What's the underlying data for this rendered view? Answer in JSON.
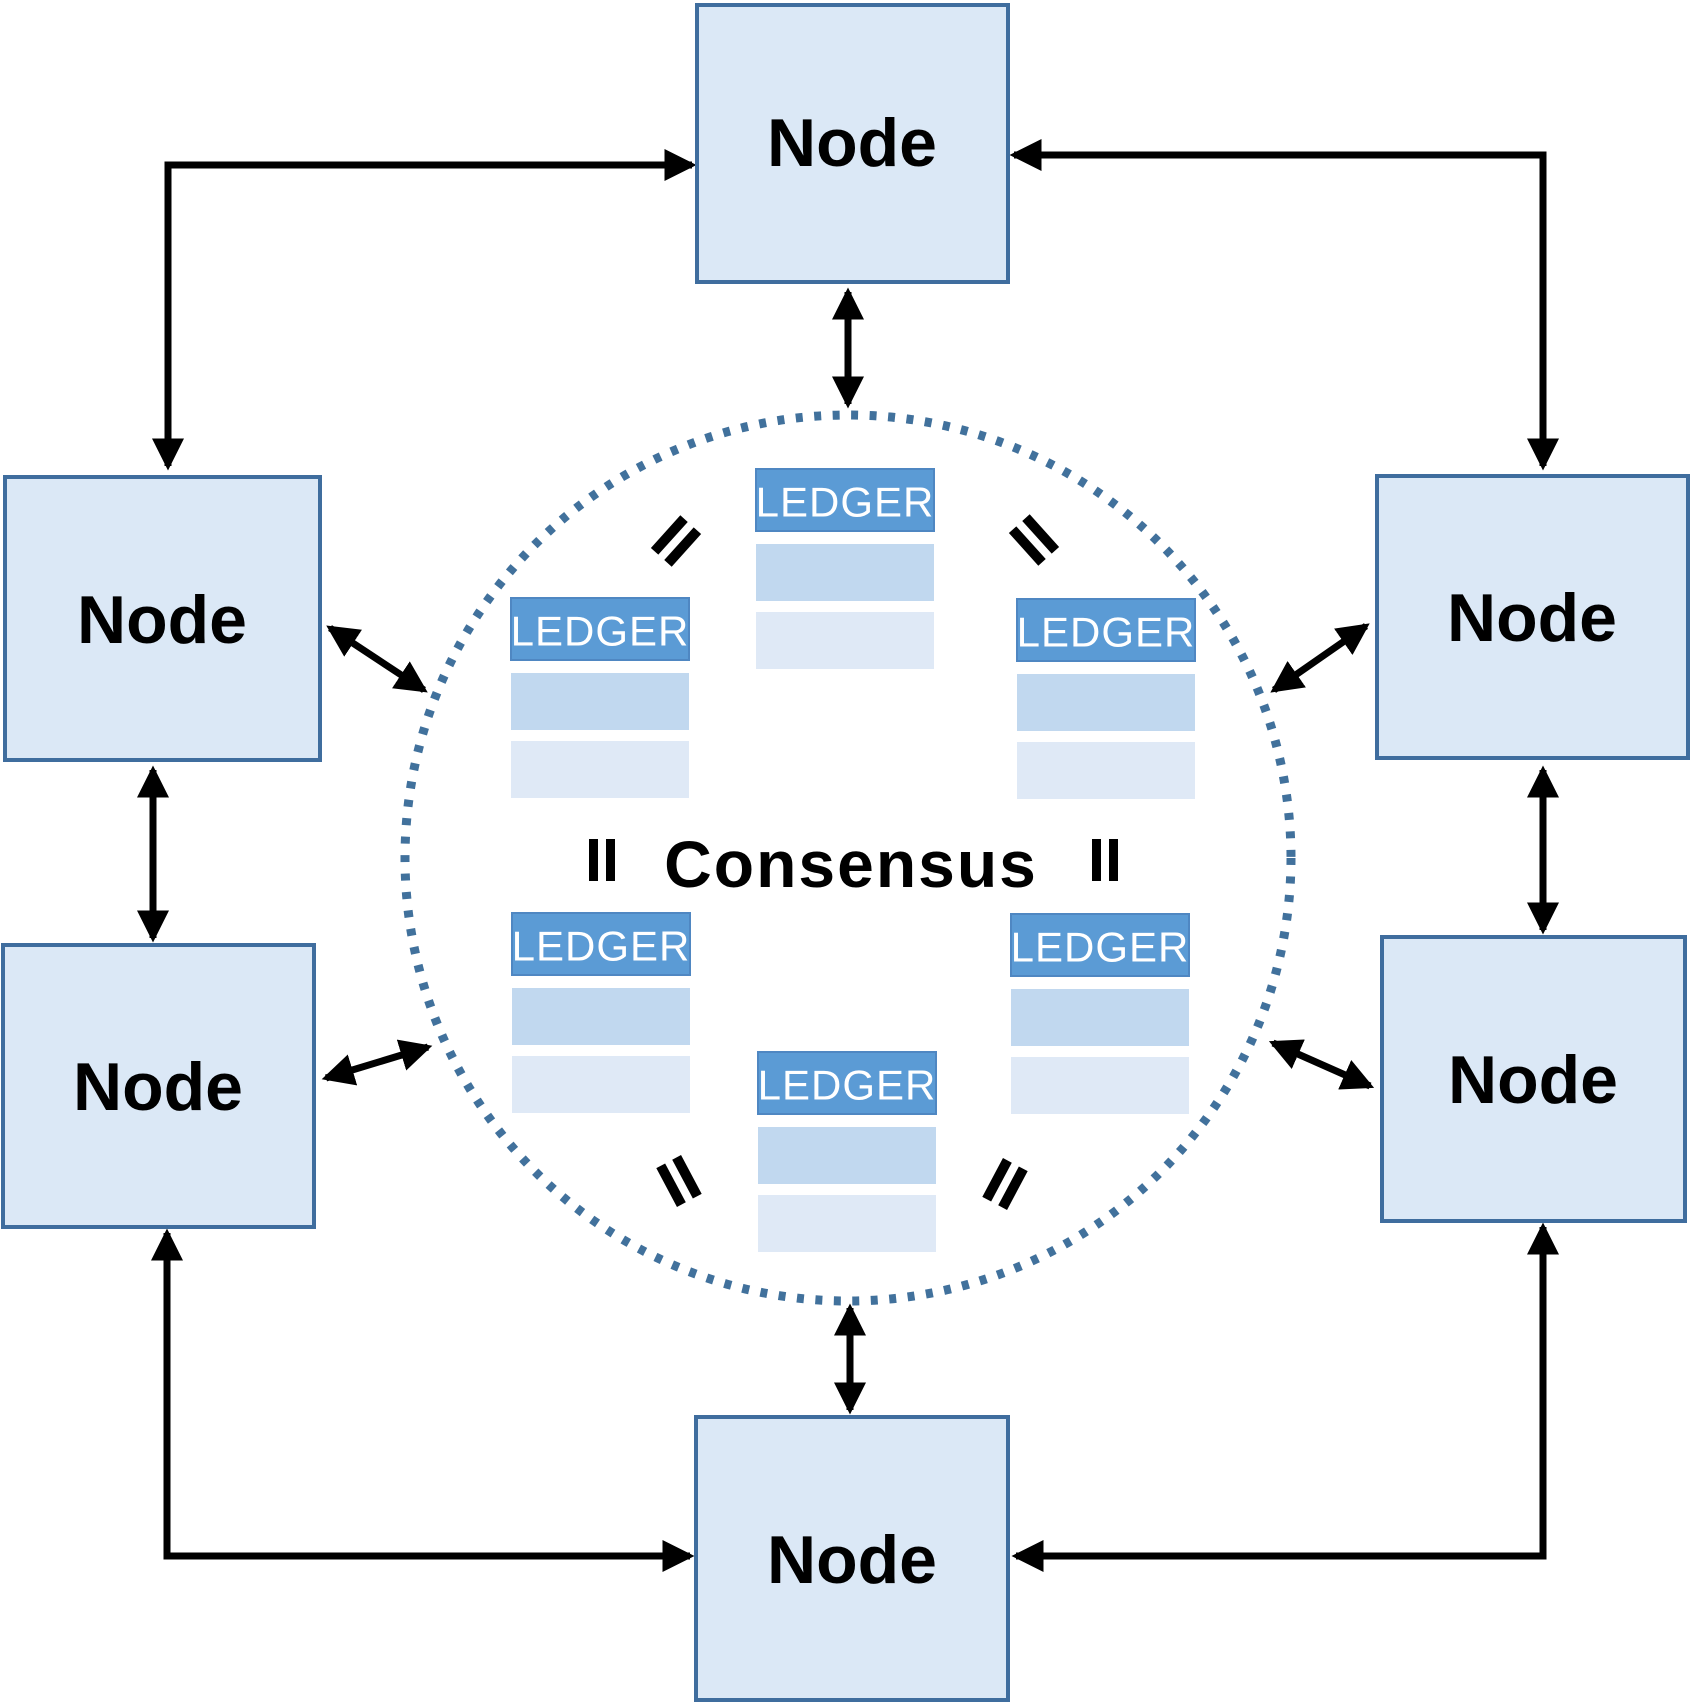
{
  "diagram": {
    "consensus_label": "Consensus",
    "nodes": [
      {
        "id": "top",
        "label": "Node"
      },
      {
        "id": "upper-left",
        "label": "Node"
      },
      {
        "id": "upper-right",
        "label": "Node"
      },
      {
        "id": "lower-left",
        "label": "Node"
      },
      {
        "id": "lower-right",
        "label": "Node"
      },
      {
        "id": "bottom",
        "label": "Node"
      }
    ],
    "ledgers": [
      {
        "id": "top-center",
        "label": "LEDGER"
      },
      {
        "id": "mid-left",
        "label": "LEDGER"
      },
      {
        "id": "mid-right",
        "label": "LEDGER"
      },
      {
        "id": "lower-left",
        "label": "LEDGER"
      },
      {
        "id": "lower-right",
        "label": "LEDGER"
      },
      {
        "id": "bottom-center",
        "label": "LEDGER"
      }
    ],
    "colors": {
      "background": "#ffffff",
      "node_fill": "#dbe8f6",
      "node_border": "#3f6d9e",
      "ledger_header_fill": "#5b9bd5",
      "ledger_header_border": "#4f87c2",
      "ledger_row1_fill": "#c1d8ef",
      "ledger_row2_fill": "#dfe9f6",
      "ledger_text": "#ffffff",
      "circle_dot": "#41719c",
      "arrow": "#000000",
      "text": "#000000"
    }
  }
}
